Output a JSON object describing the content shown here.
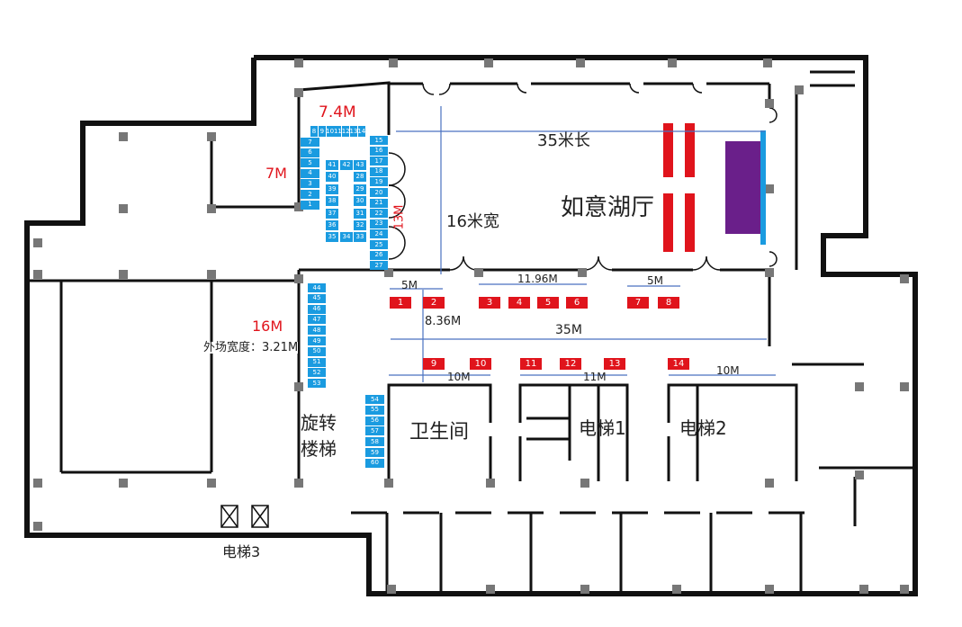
{
  "hall": {
    "name": "如意湖厅",
    "length_label": "35米长",
    "width_label": "16米宽"
  },
  "dimensions": {
    "top_area_width": "7.4M",
    "left_area_height": "7M",
    "door_side_length": "13M",
    "outer_left_length": "16M",
    "gap_5m_left": "5M",
    "span_11_96": "11.96M",
    "gap_5m_right": "5M",
    "depth_8_36": "8.36M",
    "corridor_35": "35M",
    "outer_width": "外场宽度：3.21M",
    "wc_10": "10M",
    "elev1_11": "11M",
    "elev2_10": "10M"
  },
  "rooms": {
    "restroom": "卫生间",
    "elevator1": "电梯1",
    "elevator2": "电梯2",
    "elevator3": "电梯3",
    "spiral_stairs_1": "旋转",
    "spiral_stairs_2": "楼梯"
  },
  "booths": {
    "left_column": [
      "7",
      "6",
      "5",
      "4",
      "3",
      "2",
      "1"
    ],
    "top_row": [
      "8",
      "9",
      "10",
      "11",
      "12",
      "13",
      "14"
    ],
    "right_column": [
      "15",
      "16",
      "17",
      "18",
      "19",
      "20",
      "21",
      "22",
      "23",
      "24",
      "25",
      "26",
      "27"
    ],
    "inner_block": [
      [
        "41",
        "42",
        "43"
      ],
      [
        "40",
        "28"
      ],
      [
        "39",
        "29"
      ],
      [
        "38",
        "30"
      ],
      [
        "37",
        "31"
      ],
      [
        "36",
        "32"
      ],
      [
        "35",
        "34",
        "33"
      ]
    ],
    "outer_column": [
      "44",
      "45",
      "46",
      "47",
      "48",
      "49",
      "50",
      "51",
      "52",
      "53"
    ],
    "restroom_column": [
      "54",
      "55",
      "56",
      "57",
      "58",
      "59",
      "60"
    ],
    "red": [
      "1",
      "2",
      "3",
      "4",
      "5",
      "6",
      "7",
      "8",
      "9",
      "10",
      "11",
      "12",
      "13",
      "14"
    ]
  },
  "colors": {
    "booth_blue": "#1a9be0",
    "booth_red": "#e0141c",
    "stage_purple": "#6a1f8a",
    "arrow_blue": "#4a72c0"
  }
}
